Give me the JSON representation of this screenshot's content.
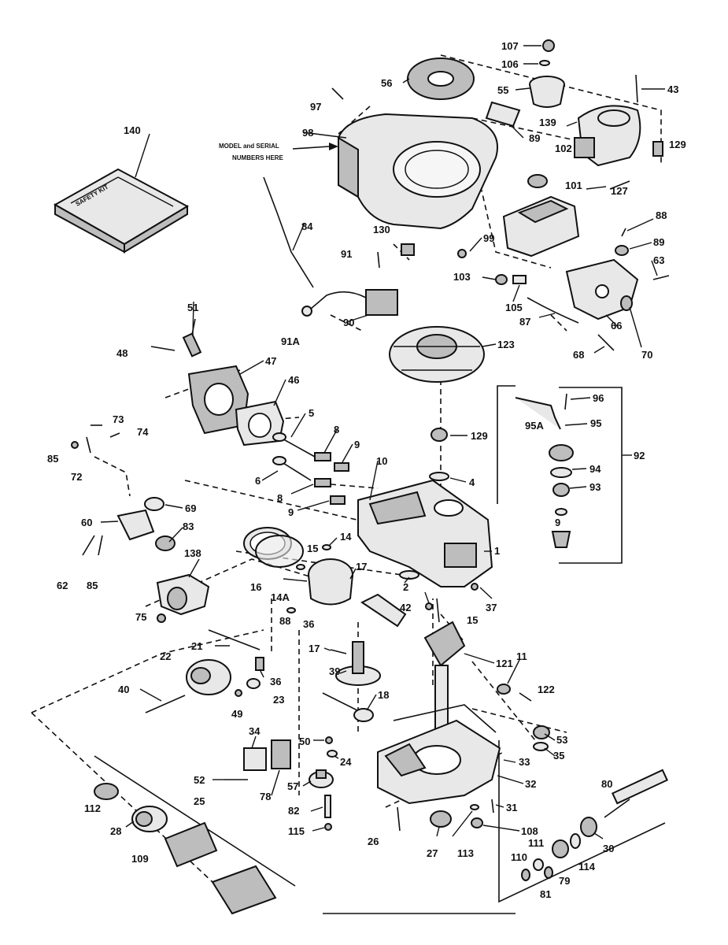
{
  "diagram": {
    "note_model_serial": [
      "MODEL and SERIAL",
      "NUMBERS HERE"
    ],
    "safety_kit_text": "SAFETY KIT",
    "callouts": [
      "107",
      "106",
      "56",
      "43",
      "55",
      "97",
      "139",
      "98",
      "89",
      "129",
      "102",
      "101",
      "127",
      "140",
      "88",
      "89",
      "63",
      "130",
      "91",
      "99",
      "103",
      "105",
      "84",
      "51",
      "87",
      "66",
      "90",
      "91A",
      "70",
      "48",
      "68",
      "123",
      "47",
      "46",
      "96",
      "95A",
      "95",
      "73",
      "74",
      "5",
      "8",
      "129",
      "92",
      "85",
      "72",
      "9",
      "10",
      "4",
      "94",
      "6",
      "93",
      "8",
      "69",
      "9",
      "60",
      "83",
      "14",
      "9",
      "62",
      "85",
      "138",
      "15",
      "17",
      "1",
      "16",
      "14A",
      "2",
      "42",
      "36",
      "37",
      "15",
      "88",
      "75",
      "21",
      "17",
      "11",
      "121",
      "22",
      "39",
      "36",
      "23",
      "18",
      "122",
      "40",
      "49",
      "53",
      "34",
      "50",
      "35",
      "24",
      "33",
      "57",
      "52",
      "78",
      "112",
      "80",
      "25",
      "32",
      "31",
      "82",
      "28",
      "108",
      "30",
      "115",
      "26",
      "27",
      "113",
      "111",
      "114",
      "110",
      "79",
      "109",
      "81"
    ]
  }
}
